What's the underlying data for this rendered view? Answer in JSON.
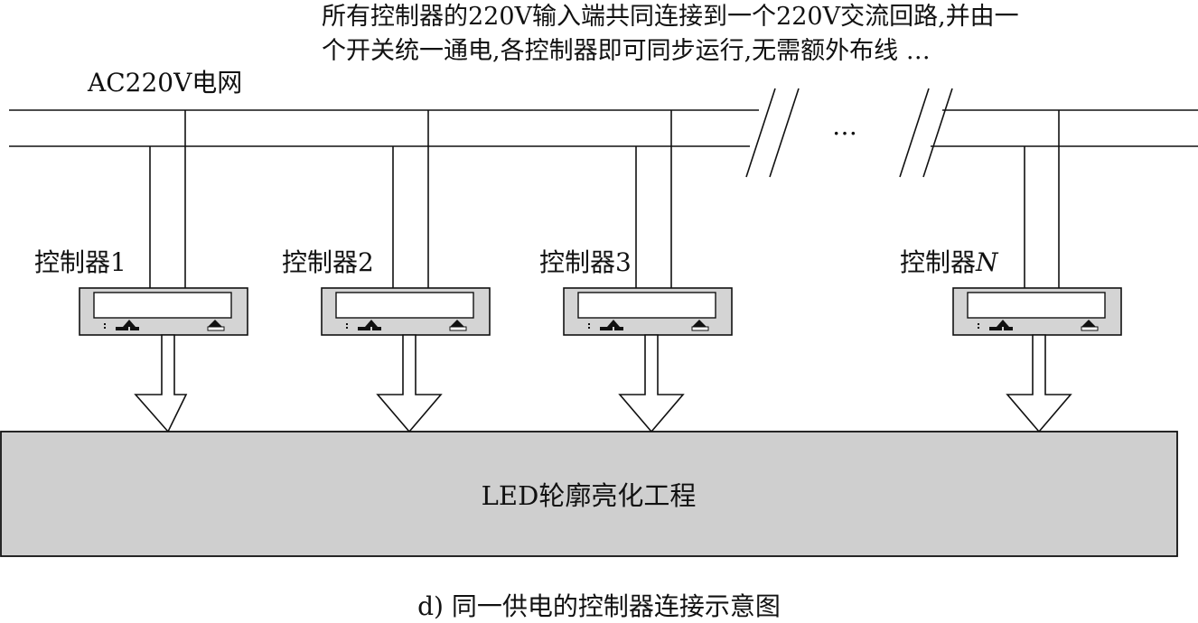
{
  "note": {
    "line1": "所有控制器的220V输入端共同连接到一个220V交流回路,并由一",
    "line2": "个开关统一通电,各控制器即可同步运行,无需额外布线 …"
  },
  "grid_label": "AC220V电网",
  "ellipsis": "…",
  "controllers": [
    {
      "prefix": "控制器",
      "suffix": "1",
      "suffix_italic": false
    },
    {
      "prefix": "控制器",
      "suffix": "2",
      "suffix_italic": false
    },
    {
      "prefix": "控制器",
      "suffix": "3",
      "suffix_italic": false
    },
    {
      "prefix": "控制器",
      "suffix": "N",
      "suffix_italic": true
    }
  ],
  "project_label": "LED轮廓亮化工程",
  "caption": "d) 同一供电的控制器连接示意图",
  "colors": {
    "line": "#111111",
    "controller_fill": "#d4d4d4",
    "project_fill": "#cfcfcf"
  }
}
